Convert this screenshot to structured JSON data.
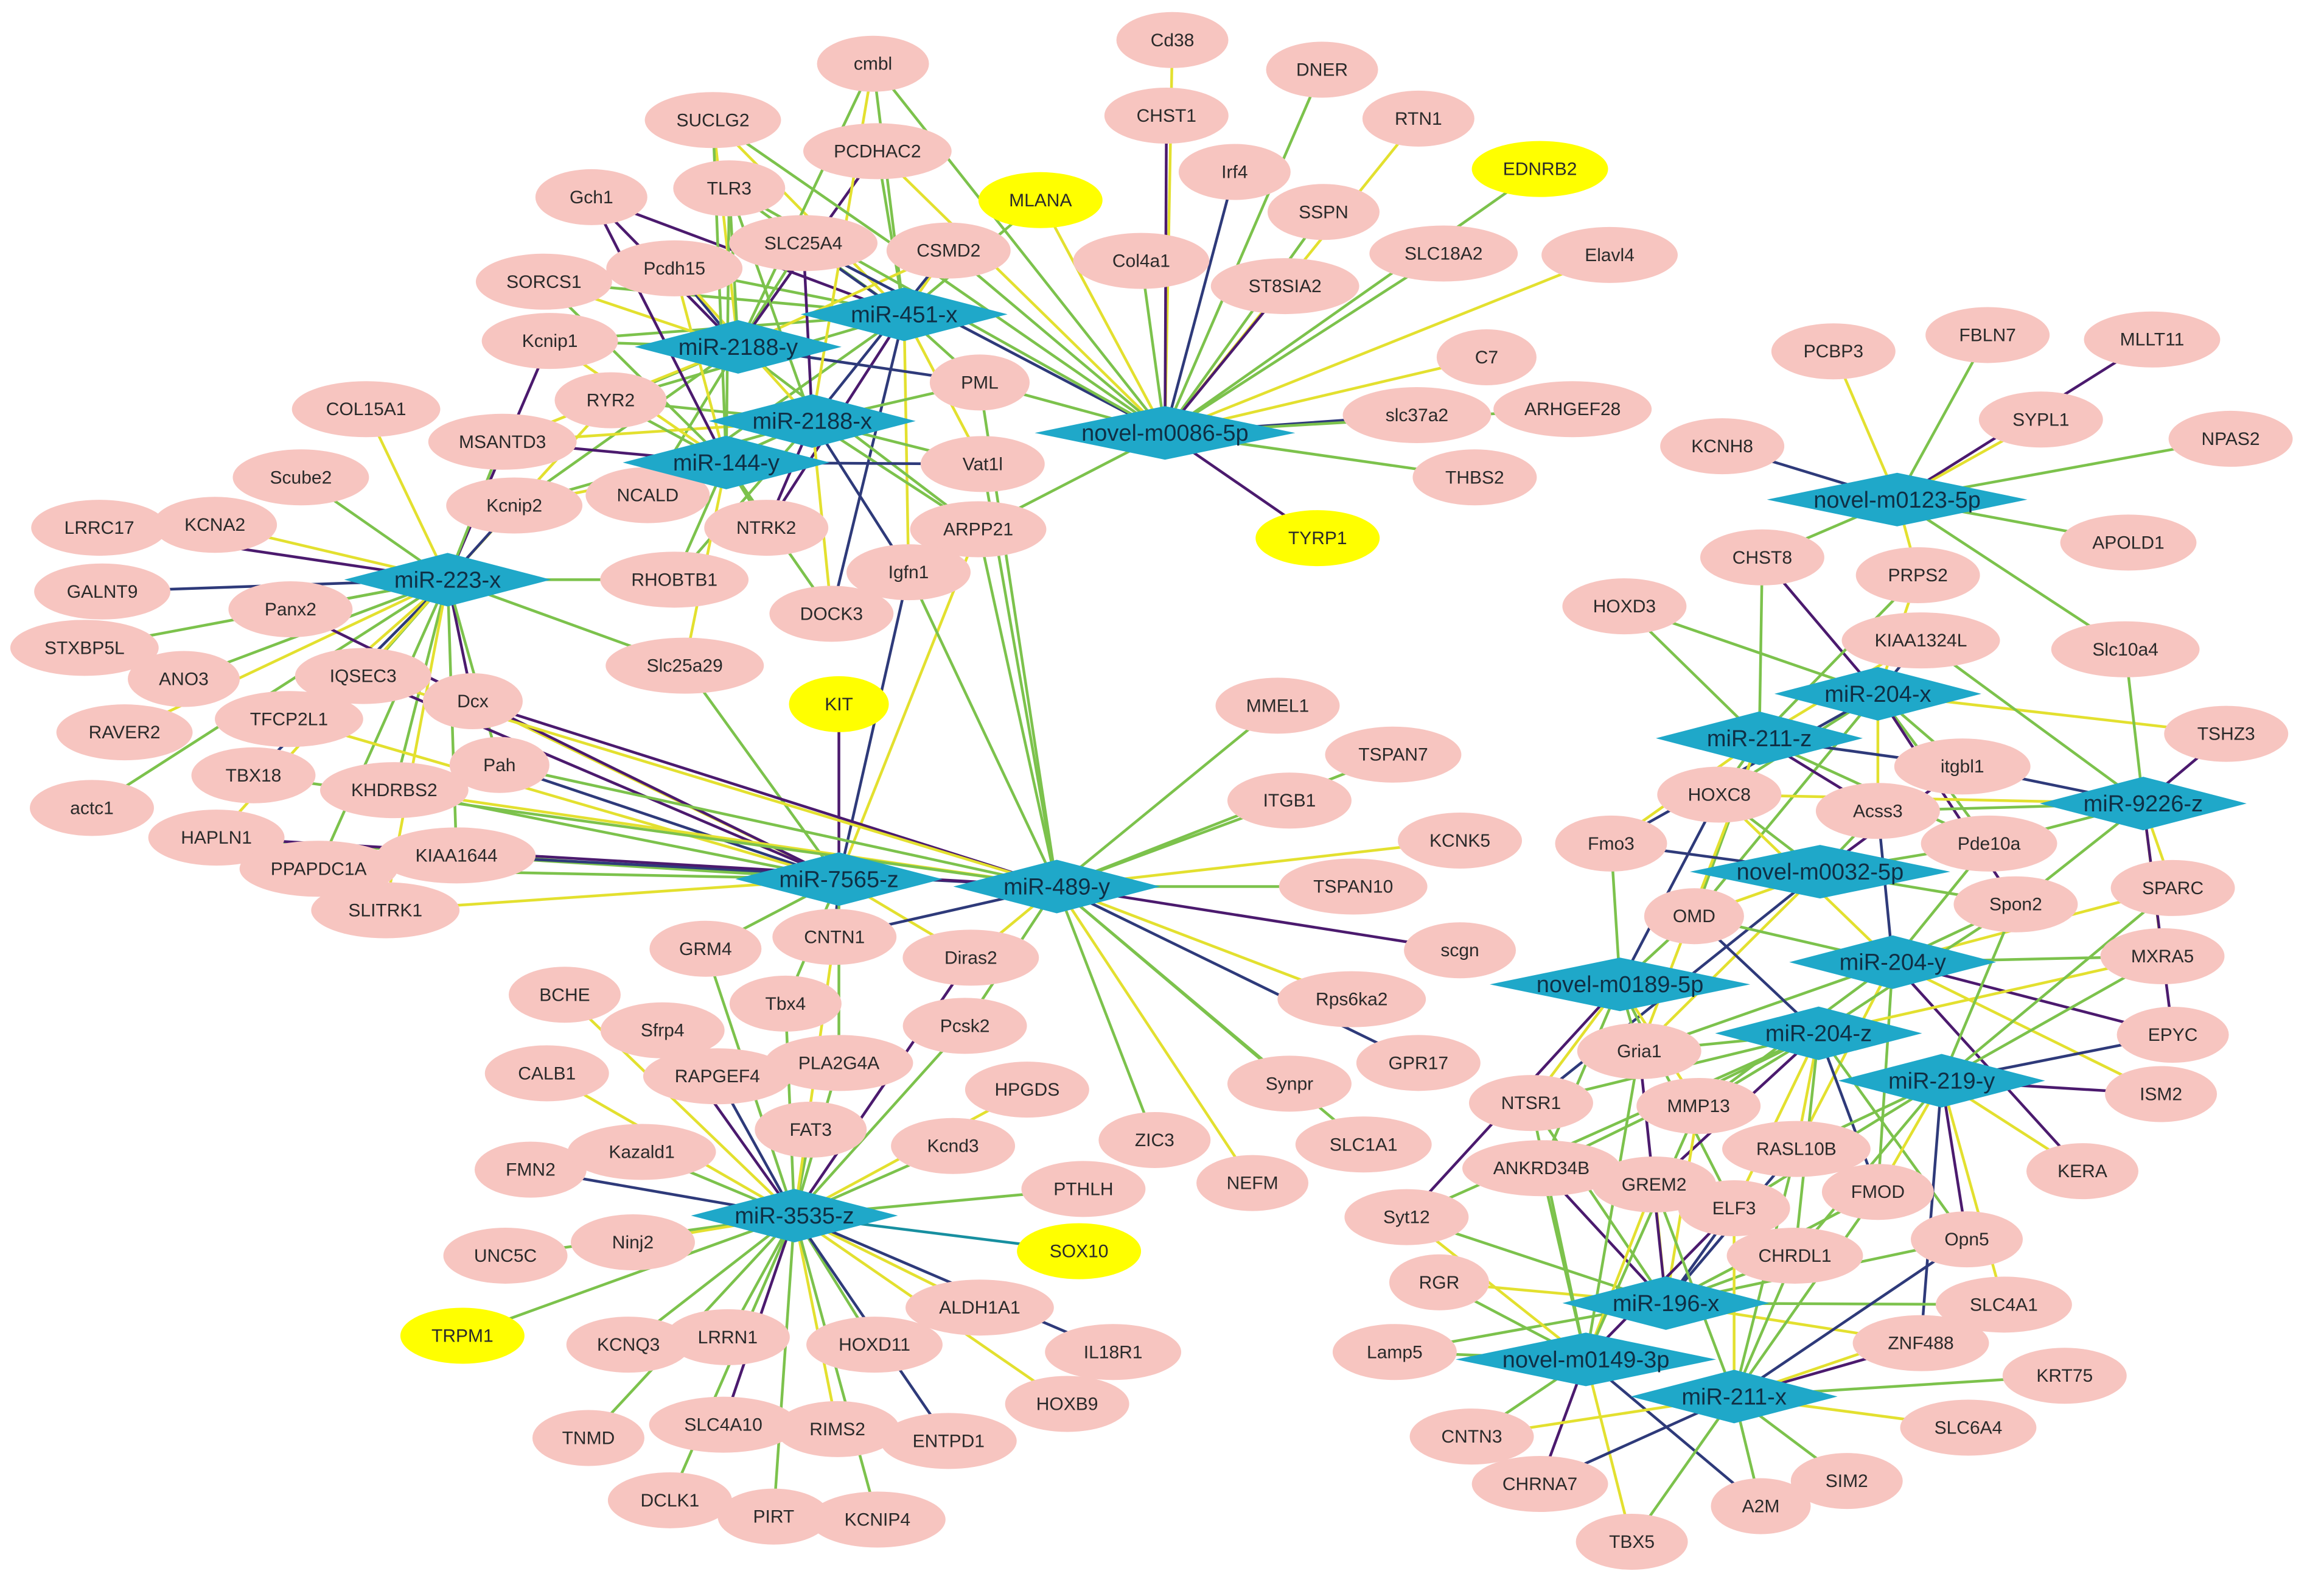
{
  "colors": {
    "target_gene": "#f7c5c0",
    "pigment_gene": "#ffff00",
    "mirna": "#1fa8c9",
    "edge_green": "#7cc24c",
    "edge_yellow": "#e3e02f",
    "edge_purple": "#4b1a6e",
    "edge_navy": "#2e3a7a",
    "edge_teal": "#178fa0"
  },
  "mirnas": [
    "miR-451-x",
    "miR-2188-y",
    "miR-2188-x",
    "miR-144-y",
    "novel-m0086-5p",
    "miR-223-x",
    "miR-7565-z",
    "miR-489-y",
    "miR-3535-z",
    "novel-m0123-5p",
    "miR-204-x",
    "miR-211-z",
    "miR-9226-z",
    "novel-m0032-5p",
    "novel-m0189-5p",
    "miR-204-y",
    "miR-204-z",
    "miR-219-y",
    "miR-196-x",
    "novel-m0149-3p",
    "miR-211-x"
  ],
  "pigment_genes": [
    "MLANA",
    "EDNRB2",
    "TYRP1",
    "KIT",
    "SOX10",
    "TRPM1"
  ],
  "genes": [
    "cmbl",
    "Cd38",
    "DNER",
    "CHST1",
    "RTN1",
    "SUCLG2",
    "PCDHAC2",
    "Irf4",
    "Gch1",
    "TLR3",
    "SSPN",
    "Col4a1",
    "SLC18A2",
    "Elavl4",
    "CSMD2",
    "SLC25A4",
    "SORCS1",
    "Pcdh15",
    "ST8SIA2",
    "Kcnip1",
    "C7",
    "PML",
    "COL15A1",
    "RYR2",
    "slc37a2",
    "ARHGEF28",
    "MSANTD3",
    "Scube2",
    "Vat1l",
    "THBS2",
    "Kcnip2",
    "NCALD",
    "LRRC17",
    "KCNA2",
    "NTRK2",
    "ARPP21",
    "Igfn1",
    "RHOBTB1",
    "GALNT9",
    "Panx2",
    "DOCK3",
    "STXBP5L",
    "ANO3",
    "Slc25a29",
    "IQSEC3",
    "Dcx",
    "RAVER2",
    "TFCP2L1",
    "Pah",
    "TBX18",
    "KHDRBS2",
    "actc1",
    "HAPLN1",
    "PPAPDC1A",
    "KIAA1644",
    "SLITRK1",
    "MMEL1",
    "TSPAN7",
    "ITGB1",
    "KCNK5",
    "TSPAN10",
    "scgn",
    "GRM4",
    "CNTN1",
    "Diras2",
    "BCHE",
    "Tbx4",
    "Sfrp4",
    "Pcsk2",
    "Rps6ka2",
    "CALB1",
    "RAPGEF4",
    "PLA2G4A",
    "HPGDS",
    "GPR17",
    "Synpr",
    "FAT3",
    "Kcnd3",
    "ZIC3",
    "SLC1A1",
    "FMN2",
    "Kazald1",
    "NEFM",
    "PTHLH",
    "UNC5C",
    "Ninj2",
    "ALDH1A1",
    "IL18R1",
    "KCNQ3",
    "LRRN1",
    "HOXD11",
    "HOXB9",
    "TNMD",
    "SLC4A10",
    "RIMS2",
    "ENTPD1",
    "DCLK1",
    "PIRT",
    "KCNIP4",
    "PCBP3",
    "FBLN7",
    "MLLT11",
    "SYPL1",
    "KCNH8",
    "NPAS2",
    "APOLD1",
    "CHST8",
    "PRPS2",
    "HOXD3",
    "KIAA1324L",
    "Slc10a4",
    "TSHZ3",
    "itgbl1",
    "HOXC8",
    "Acss3",
    "Fmo3",
    "Pde10a",
    "SPARC",
    "Spon2",
    "OMD",
    "MXRA5",
    "EPYC",
    "Gria1",
    "ISM2",
    "NTSR1",
    "MMP13",
    "RASL10B",
    "KERA",
    "ANKRD34B",
    "GREM2",
    "FMOD",
    "ELF3",
    "Syt12",
    "CHRDL1",
    "Opn5",
    "RGR",
    "SLC4A1",
    "ZNF488",
    "Lamp5",
    "KRT75",
    "SLC6A4",
    "CNTN3",
    "CHRNA7",
    "SIM2",
    "A2M",
    "TBX5"
  ]
}
